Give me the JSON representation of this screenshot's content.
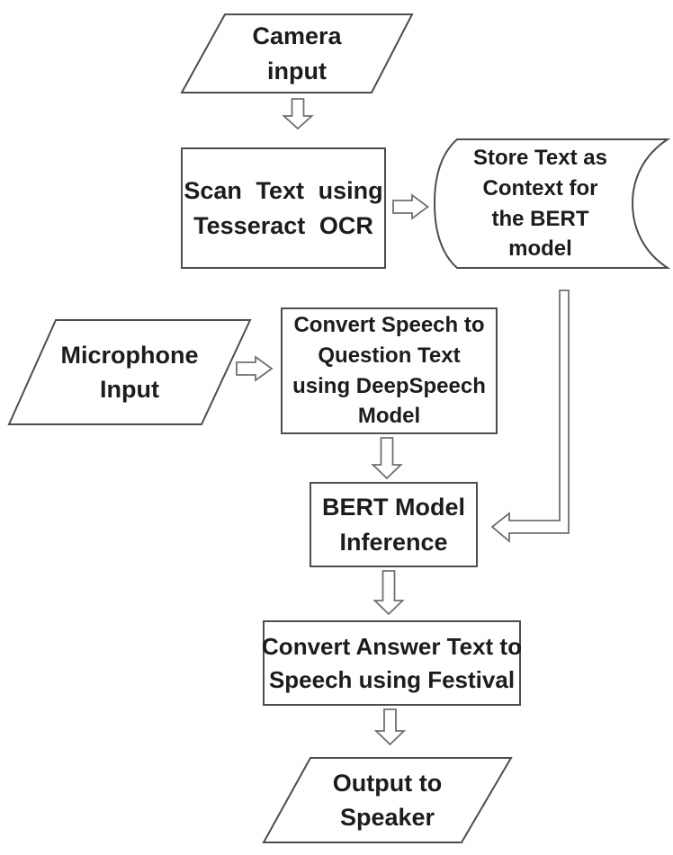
{
  "diagram": {
    "title": "Flowchart: OCR + Speech question answering pipeline",
    "background_color": "#ffffff",
    "shape_stroke_color": "#4d4d4d",
    "arrow_stroke_color": "#707070",
    "text_color": "#1c1c1c",
    "nodes": [
      {
        "id": "camera-input",
        "shape": "parallelogram",
        "label": "Camera\ninput"
      },
      {
        "id": "scan-text",
        "shape": "rectangle",
        "label": "Scan Text using\nTesseract OCR"
      },
      {
        "id": "store-text",
        "shape": "stored-data",
        "label": "Store Text as\nContext for\nthe BERT\nmodel"
      },
      {
        "id": "microphone-input",
        "shape": "parallelogram",
        "label": "Microphone\nInput"
      },
      {
        "id": "convert-speech",
        "shape": "rectangle",
        "label": "Convert Speech to\nQuestion Text\nusing DeepSpeech\nModel"
      },
      {
        "id": "bert-inference",
        "shape": "rectangle",
        "label": "BERT Model\nInference"
      },
      {
        "id": "convert-answer",
        "shape": "rectangle",
        "label": "Convert Answer Text to\nSpeech using Festival"
      },
      {
        "id": "output-speaker",
        "shape": "parallelogram",
        "label": "Output to\nSpeaker"
      }
    ],
    "edges": [
      {
        "from": "camera-input",
        "to": "scan-text",
        "style": "hollow-block-arrow",
        "direction": "down"
      },
      {
        "from": "scan-text",
        "to": "store-text",
        "style": "hollow-block-arrow",
        "direction": "right"
      },
      {
        "from": "microphone-input",
        "to": "convert-speech",
        "style": "hollow-block-arrow",
        "direction": "right"
      },
      {
        "from": "convert-speech",
        "to": "bert-inference",
        "style": "hollow-block-arrow",
        "direction": "down"
      },
      {
        "from": "store-text",
        "to": "bert-inference",
        "style": "hollow-elbow-arrow",
        "direction": "down-then-left"
      },
      {
        "from": "bert-inference",
        "to": "convert-answer",
        "style": "hollow-block-arrow",
        "direction": "down"
      },
      {
        "from": "convert-answer",
        "to": "output-speaker",
        "style": "hollow-block-arrow",
        "direction": "down"
      }
    ]
  }
}
